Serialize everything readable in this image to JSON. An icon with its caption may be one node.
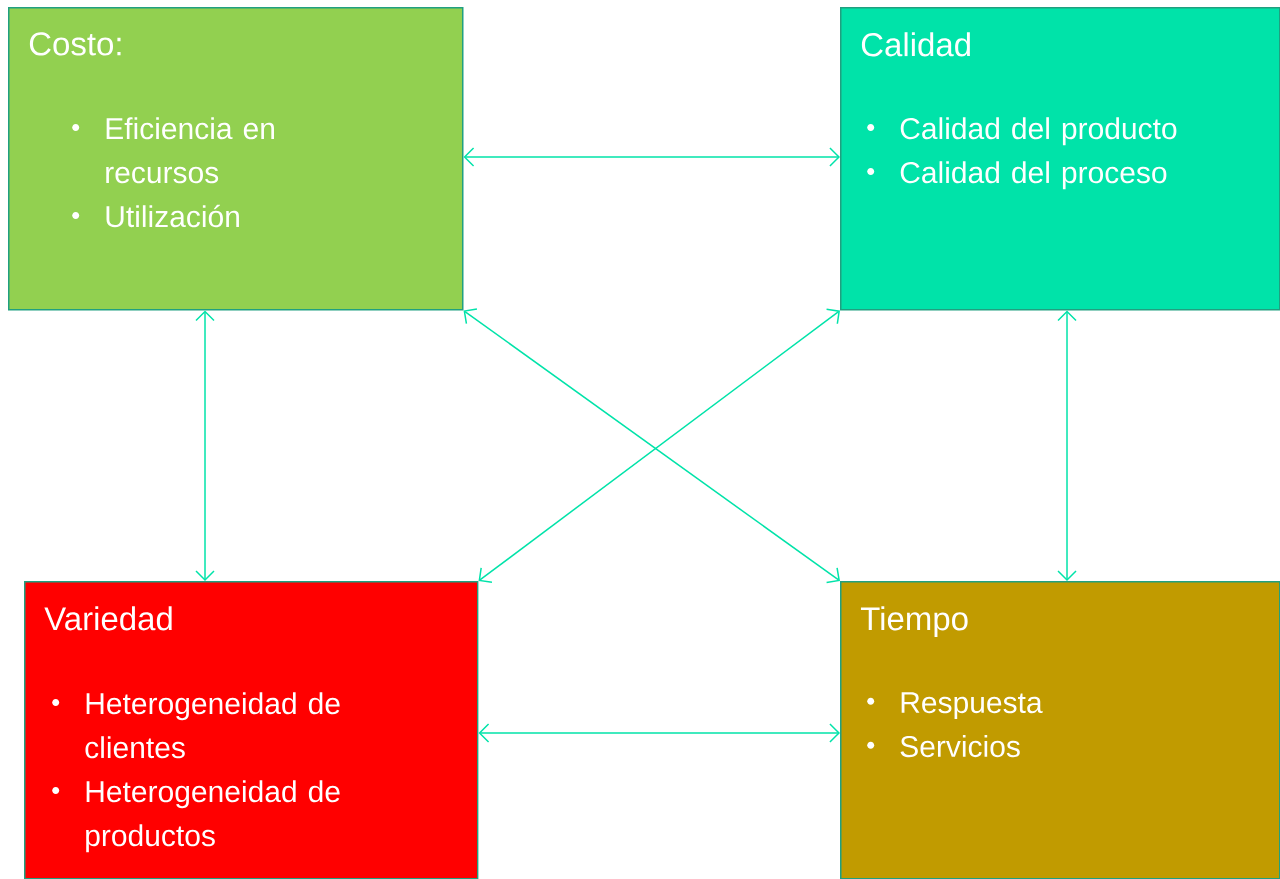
{
  "diagram": {
    "nodes": [
      {
        "text": [
          "Costo:",
          "Eficiencia en recursos",
          "Utilización"
        ]
      },
      {
        "text": [
          "Calidad",
          "Calidad del producto",
          "Calidad del proceso"
        ]
      },
      {
        "text": [
          "Variedad",
          "Heterogeneidad de clientes",
          "Heterogeneidad de productos"
        ]
      },
      {
        "text": [
          "Tiempo",
          "Respuesta",
          "Servicios"
        ]
      }
    ],
    "edges": [
      {
        "from": 0,
        "to": 1,
        "arrow": "both"
      },
      {
        "from": 0,
        "to": 2,
        "arrow": "both"
      },
      {
        "from": 0,
        "to": 3,
        "arrow": "both"
      },
      {
        "from": 1,
        "to": 2,
        "arrow": "both"
      },
      {
        "from": 1,
        "to": 3,
        "arrow": "both"
      },
      {
        "from": 2,
        "to": 3,
        "arrow": "both"
      }
    ]
  }
}
